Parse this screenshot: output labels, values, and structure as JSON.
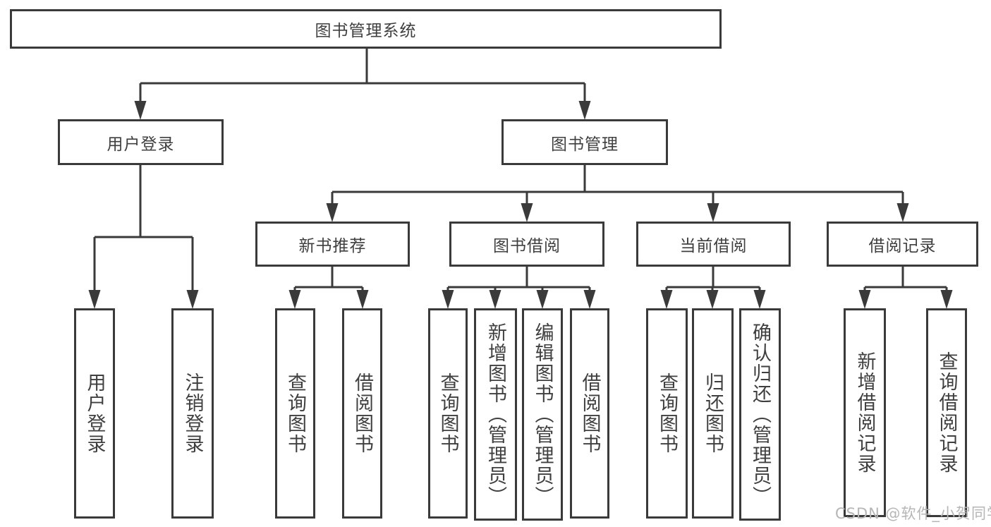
{
  "watermark": "CSDN @软件_小贺同学",
  "colors": {
    "line": "#3a3a3a",
    "box_border": "#3a3a3a",
    "box_fill": "#ffffff",
    "text": "#3f3f3f",
    "watermark": "#b6b6b6",
    "background": "#ffffff"
  },
  "tree": {
    "label": "图书管理系统",
    "children": [
      {
        "label": "用户登录",
        "children": [
          {
            "label": "用户登录"
          },
          {
            "label": "注销登录"
          }
        ]
      },
      {
        "label": "图书管理",
        "children": [
          {
            "label": "新书推荐",
            "children": [
              {
                "label": "查询图书"
              },
              {
                "label": "借阅图书"
              }
            ]
          },
          {
            "label": "图书借阅",
            "children": [
              {
                "label": "查询图书"
              },
              {
                "label": "新增图书（管理员）"
              },
              {
                "label": "编辑图书（管理员）"
              },
              {
                "label": "借阅图书"
              }
            ]
          },
          {
            "label": "当前借阅",
            "children": [
              {
                "label": "查询图书"
              },
              {
                "label": "归还图书"
              },
              {
                "label": "确认归还（管理员）"
              }
            ]
          },
          {
            "label": "借阅记录",
            "children": [
              {
                "label": "新增借阅记录"
              },
              {
                "label": "查询借阅记录"
              }
            ]
          }
        ]
      }
    ]
  }
}
